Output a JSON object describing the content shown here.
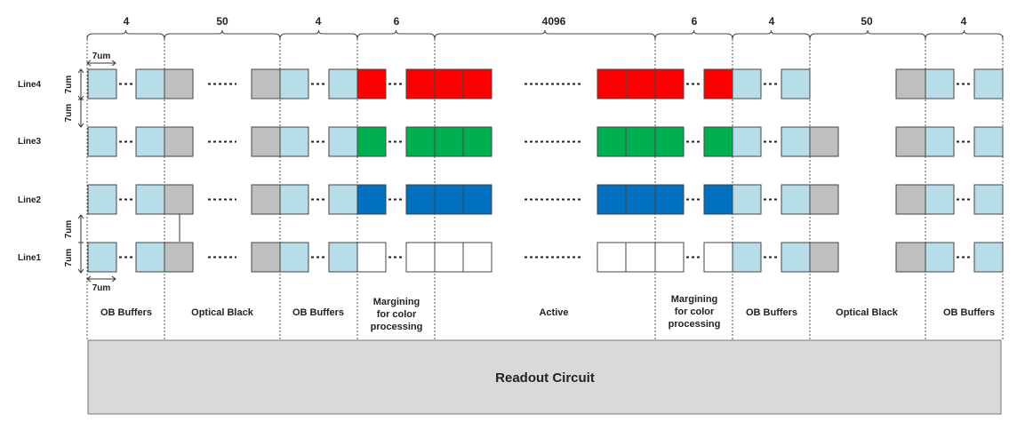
{
  "counts": [
    "4",
    "50",
    "4",
    "6",
    "4096",
    "6",
    "4",
    "50",
    "4"
  ],
  "rows": [
    "Line4",
    "Line3",
    "Line2",
    "Line1"
  ],
  "sections": {
    "ob_buffers_left": "OB Buffers",
    "optical_black_left": "Optical Black",
    "ob_buffers_inner_left": "OB Buffers",
    "margin_left": [
      "Margining",
      "for color",
      "processing"
    ],
    "active": "Active",
    "margin_right": [
      "Margining",
      "for color",
      "processing"
    ],
    "ob_buffers_inner_right": "OB Buffers",
    "optical_black_right": "Optical Black",
    "ob_buffers_right": "OB Buffers"
  },
  "dims": {
    "pitch": "7um"
  },
  "readout": "Readout Circuit",
  "colors": {
    "ob_buffer": "#b7dde8",
    "optical_black": "#bfbfbf",
    "red": "#ff0000",
    "green": "#00b050",
    "blue": "#0070c0",
    "white": "#ffffff",
    "readout_fill": "#d9d9d9"
  }
}
